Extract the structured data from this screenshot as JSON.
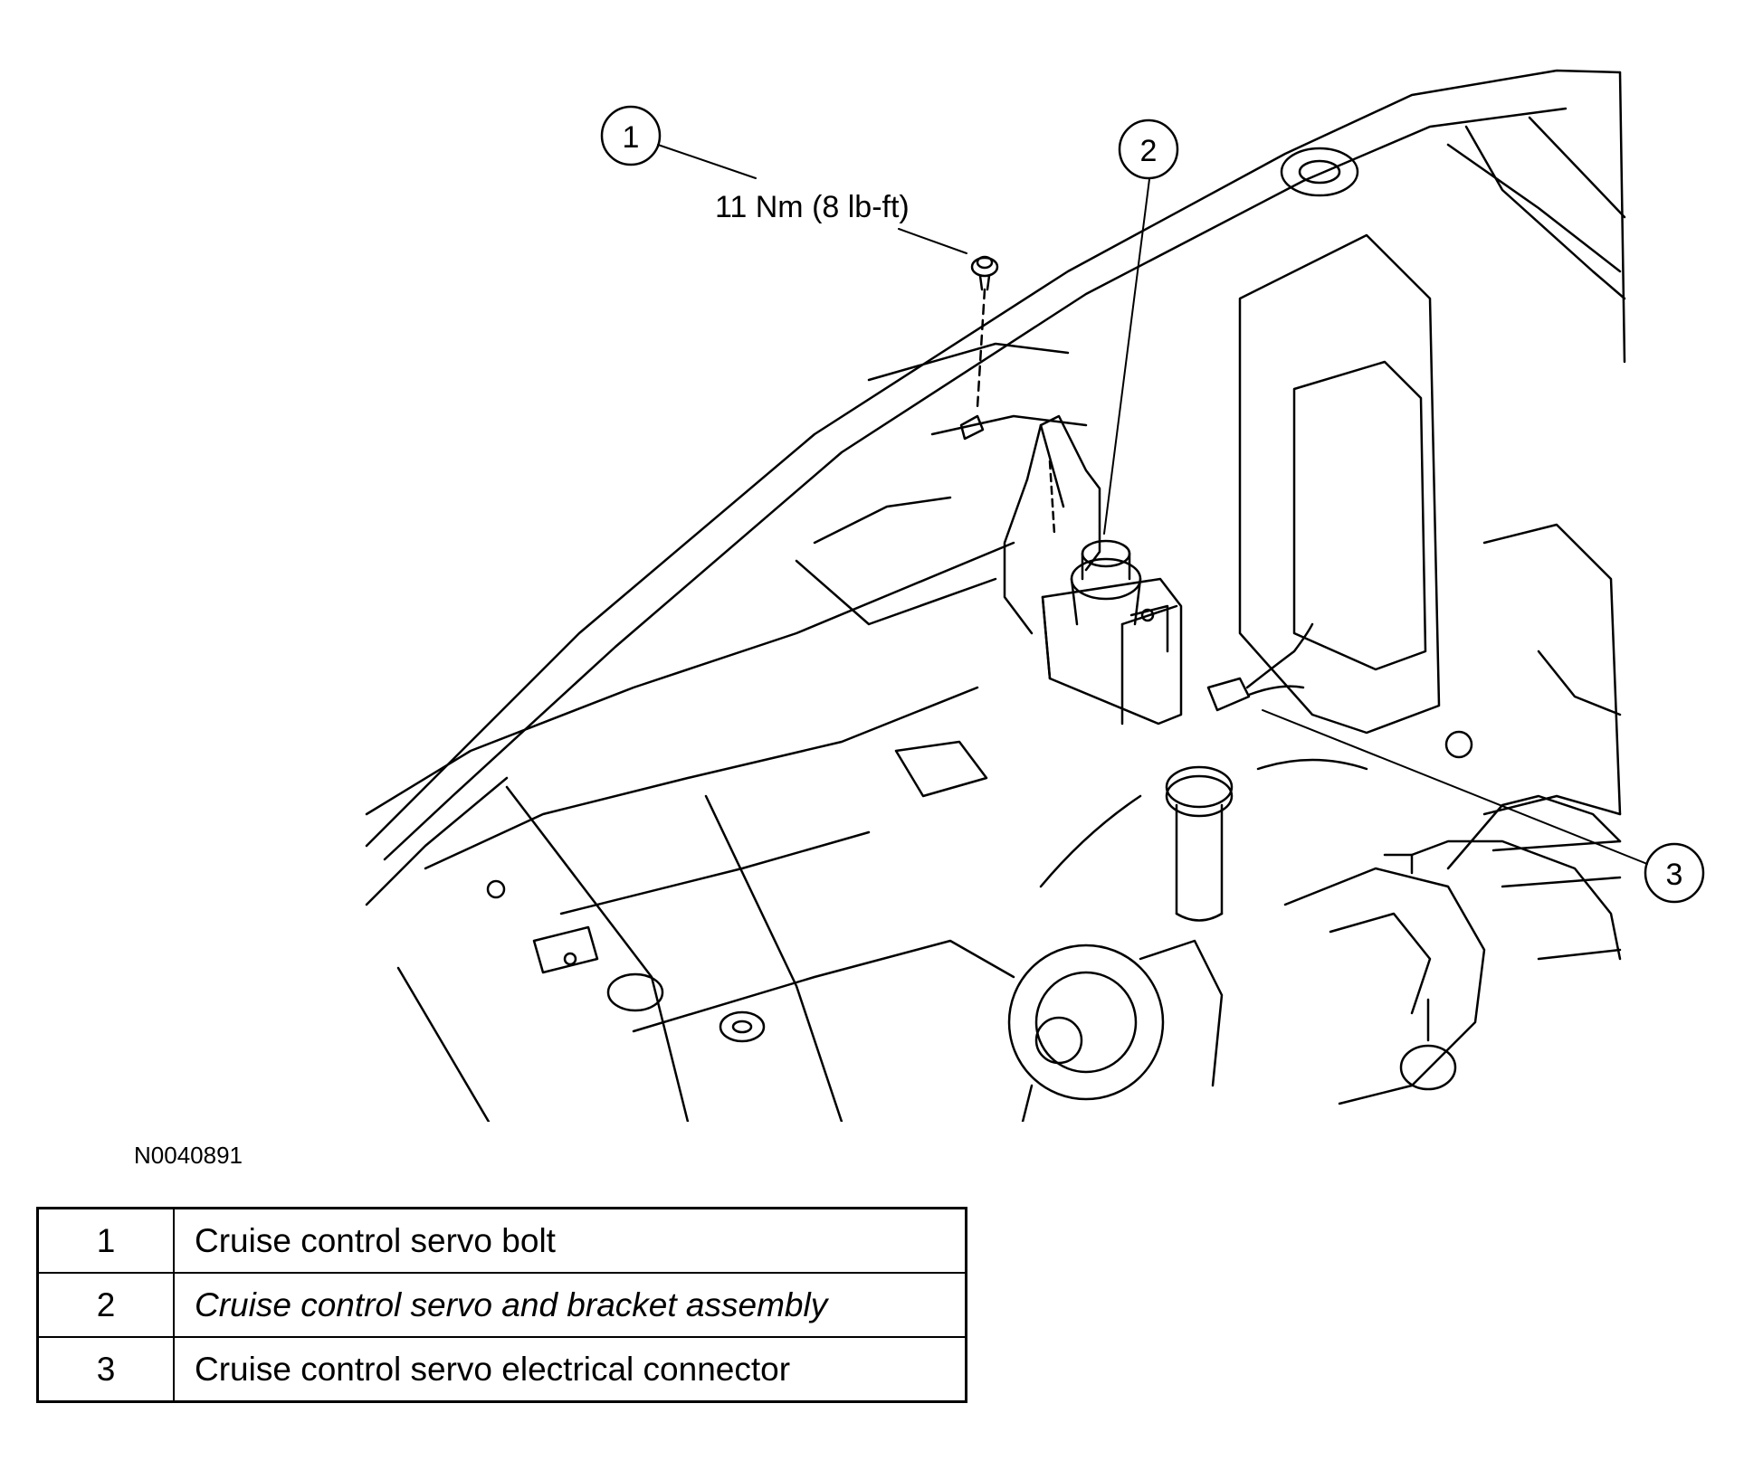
{
  "figure_id": "N0040891",
  "torque_spec": "11 Nm (8 lb-ft)",
  "callouts": [
    {
      "number": "1"
    },
    {
      "number": "2"
    },
    {
      "number": "3"
    }
  ],
  "legend": [
    {
      "number": "1",
      "description": "Cruise control servo bolt"
    },
    {
      "number": "2",
      "description": "Cruise control servo and bracket assembly"
    },
    {
      "number": "3",
      "description": "Cruise control servo electrical connector"
    }
  ]
}
